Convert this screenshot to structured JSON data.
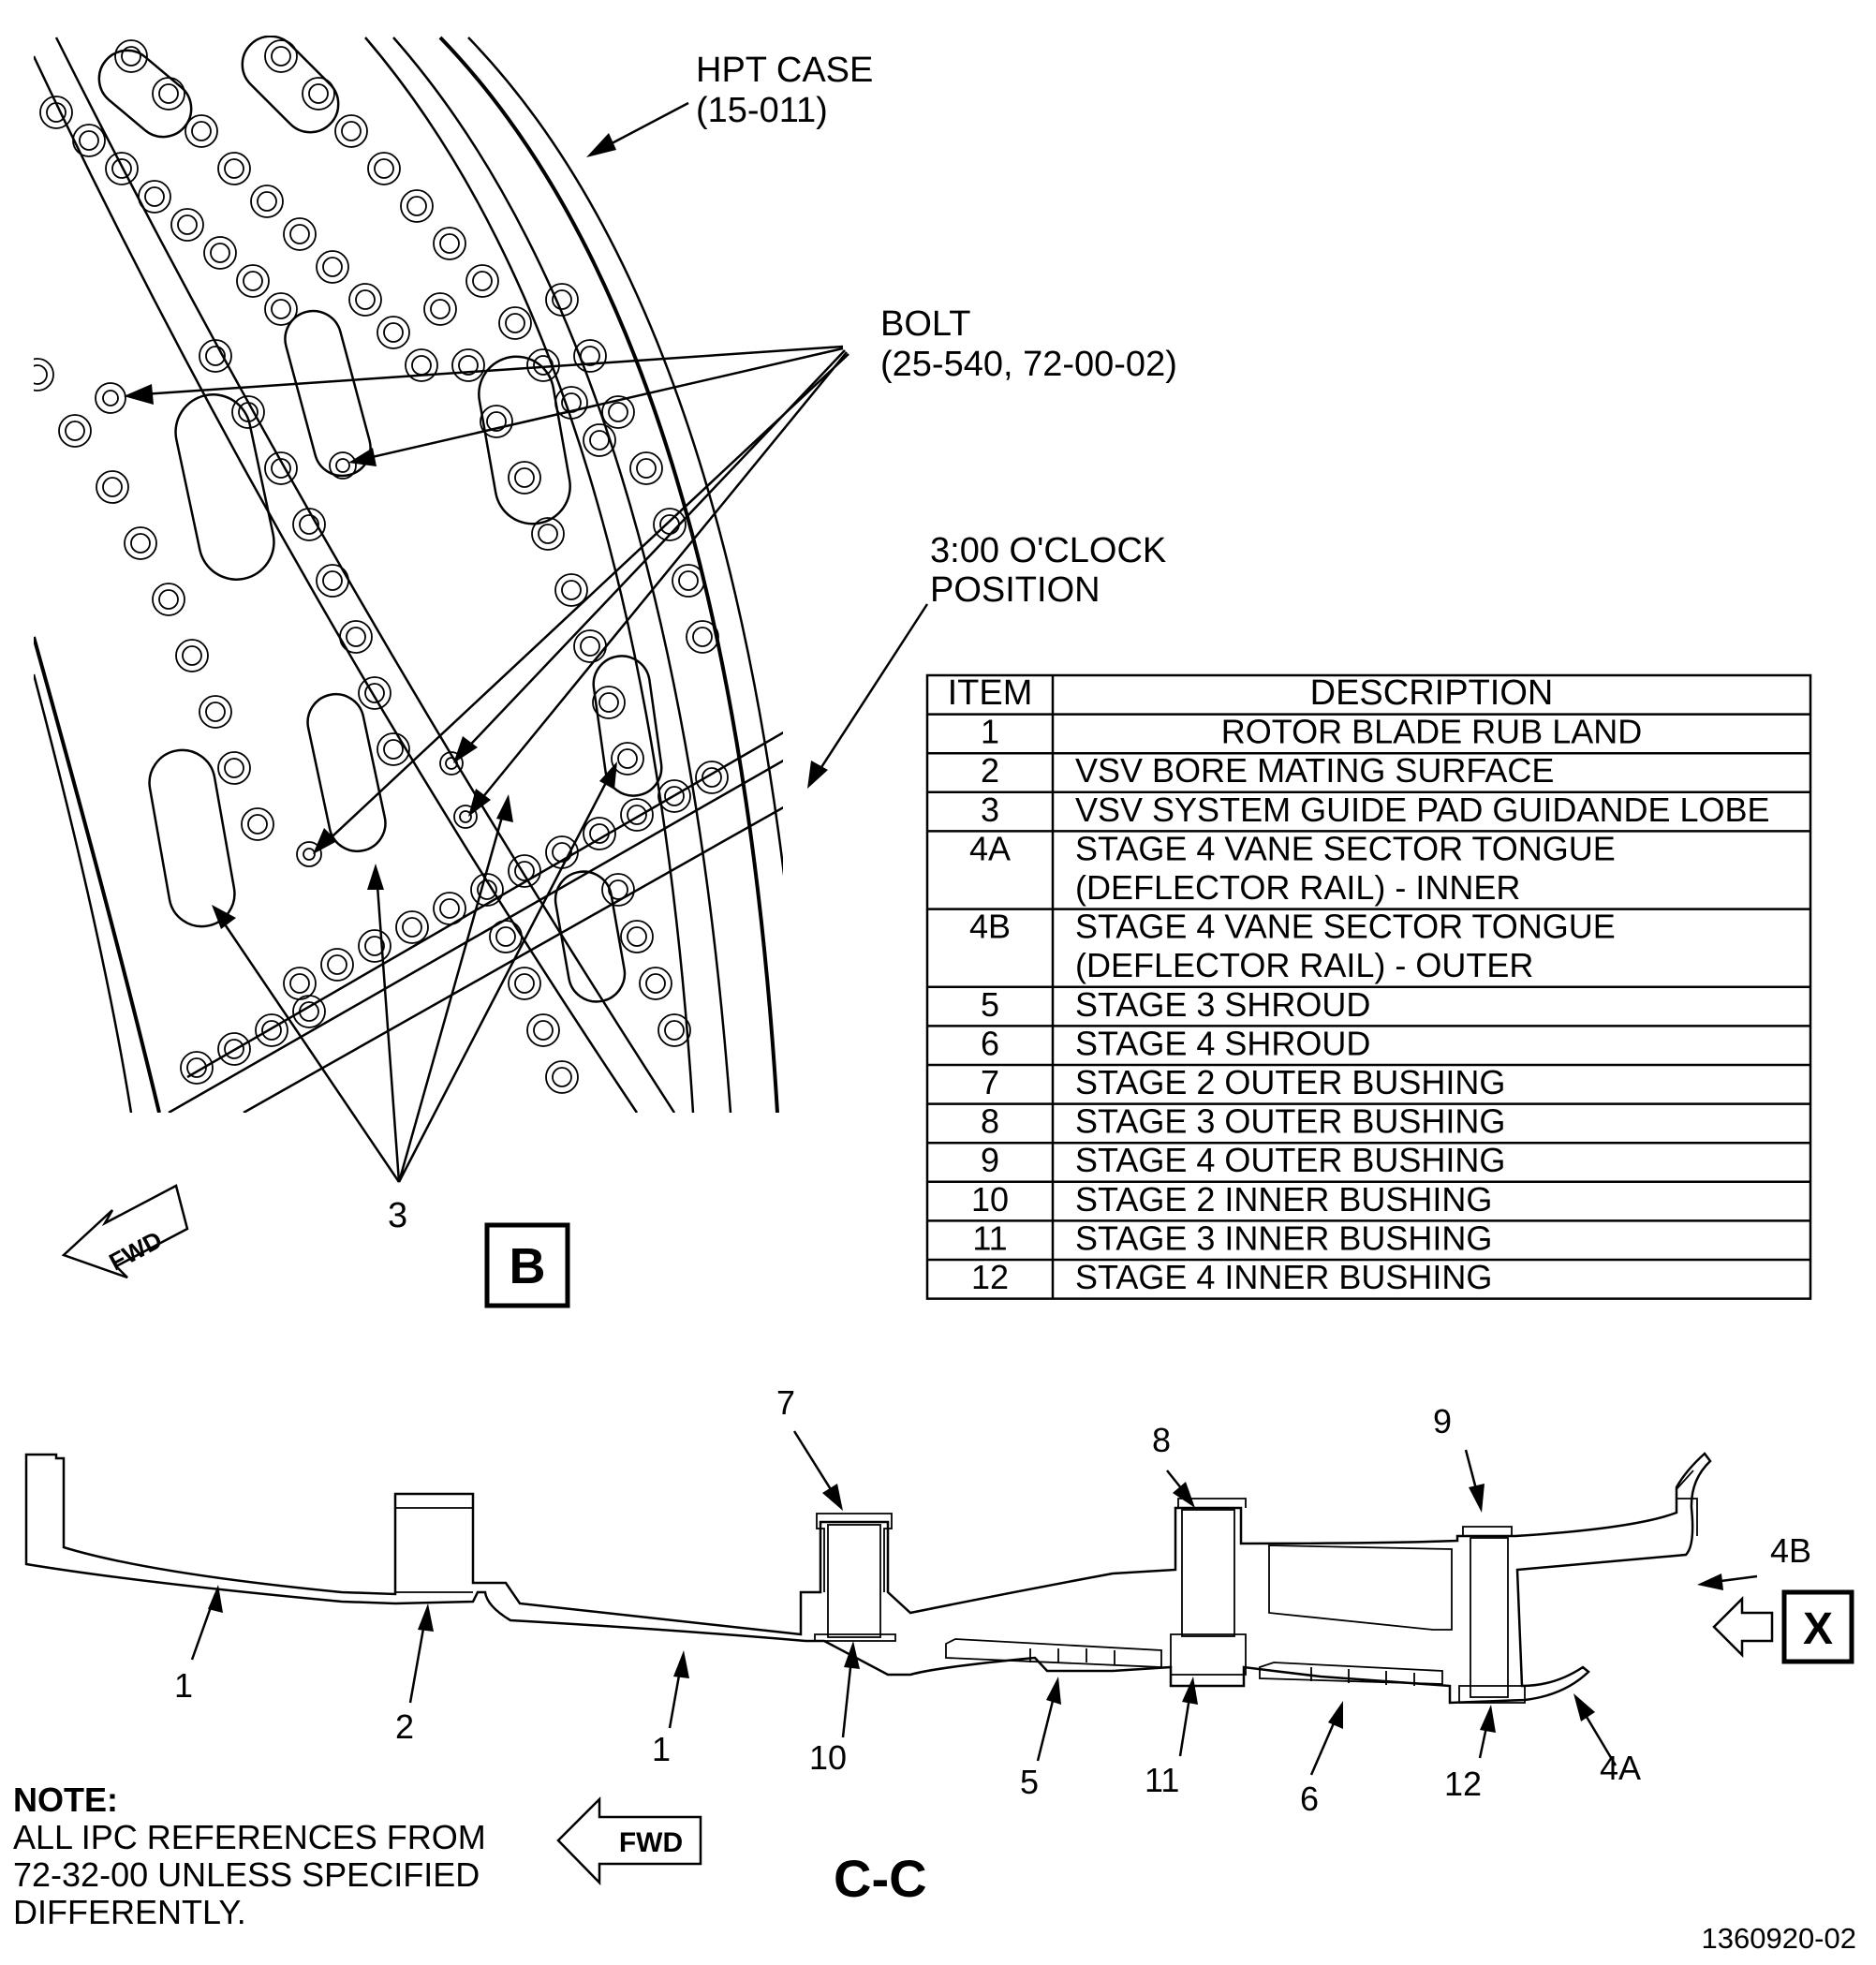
{
  "view_b": {
    "callouts": {
      "hpt_case": [
        "HPT CASE",
        "(15-011)"
      ],
      "bolt": [
        "BOLT",
        "(25-540, 72-00-02)"
      ],
      "clock_position": [
        "3:00 O'CLOCK",
        "POSITION"
      ],
      "item_3": "3"
    },
    "fwd_label": "FWD",
    "view_letter": "B"
  },
  "legend_table": {
    "headers": {
      "item": "ITEM",
      "description": "DESCRIPTION"
    },
    "rows": [
      {
        "item": "1",
        "description": "ROTOR BLADE RUB LAND"
      },
      {
        "item": "2",
        "description": "VSV BORE MATING SURFACE"
      },
      {
        "item": "3",
        "description": "VSV SYSTEM GUIDE PAD GUIDANDE LOBE"
      },
      {
        "item": "4A",
        "description": [
          "STAGE 4 VANE SECTOR TONGUE",
          "(DEFLECTOR RAIL) - INNER"
        ]
      },
      {
        "item": "4B",
        "description": [
          "STAGE 4 VANE SECTOR TONGUE",
          "(DEFLECTOR RAIL) - OUTER"
        ]
      },
      {
        "item": "5",
        "description": "STAGE 3 SHROUD"
      },
      {
        "item": "6",
        "description": "STAGE 4 SHROUD"
      },
      {
        "item": "7",
        "description": "STAGE 2 OUTER BUSHING"
      },
      {
        "item": "8",
        "description": "STAGE 3 OUTER BUSHING"
      },
      {
        "item": "9",
        "description": "STAGE 4 OUTER BUSHING"
      },
      {
        "item": "10",
        "description": "STAGE 2 INNER BUSHING"
      },
      {
        "item": "11",
        "description": "STAGE 3 INNER BUSHING"
      },
      {
        "item": "12",
        "description": "STAGE 4 INNER BUSHING"
      }
    ]
  },
  "section_cc": {
    "labels": {
      "l1a": "1",
      "l2": "2",
      "l1b": "1",
      "l7": "7",
      "l10": "10",
      "l5": "5",
      "l8": "8",
      "l11": "11",
      "l6": "6",
      "l9": "9",
      "l12": "12",
      "l4a": "4A",
      "l4b": "4B"
    },
    "view_arrow_letter": "X",
    "title": "C-C",
    "fwd_label": "FWD"
  },
  "note": {
    "heading": "NOTE:",
    "lines": [
      "ALL IPC REFERENCES FROM",
      "72-32-00 UNLESS SPECIFIED",
      "DIFFERENTLY."
    ]
  },
  "figure_number": "1360920-02"
}
